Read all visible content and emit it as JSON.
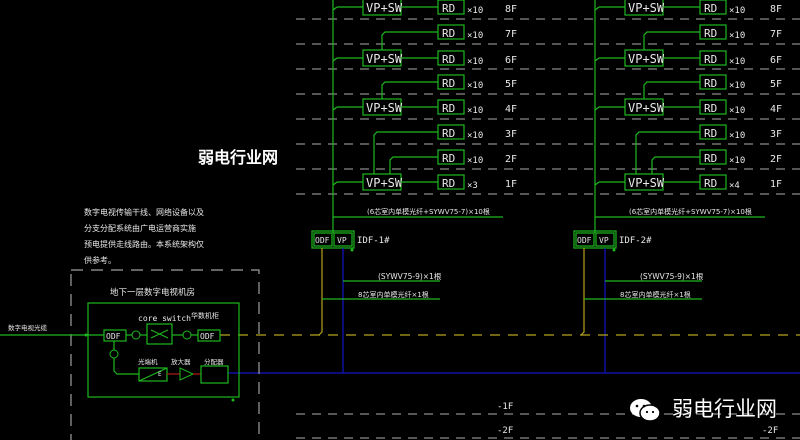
{
  "watermark": "弱电行业网",
  "footer_brand": "弱电行业网",
  "colors": {
    "green": "#1fb81f",
    "yellow": "#b5a21c",
    "blue": "#1414c8",
    "red": "#b01818",
    "dash": "#8a8a8a"
  },
  "note_lines": [
    "数字电视传输干线、网络设备以及",
    "分支分配系统由广电运营商实施",
    "预电提供走线路由。本系统架构仅",
    "供参考。"
  ],
  "machine_room": {
    "title": "地下一层数字电视机房",
    "input_cable": "数字电视光缆",
    "odf_in": "ODF",
    "odf_out": "ODF",
    "core_switch": "core switch",
    "cabinet": "华数机柜",
    "optical_terminal": "光端机",
    "optical_terminal_mark": "E",
    "amplifier": "放大器",
    "distributor": "分配器"
  },
  "vp_sw_label": "VP+SW",
  "rd_label": "RD",
  "idfs": [
    {
      "name": "IDF-1#",
      "odf": "ODF",
      "vp": "VP",
      "trunk_cable": "(6芯室内单模光纤+SYWV75-7)×10根",
      "coax": "(SYWV75-9)×1根",
      "fiber": "8芯室内单模光纤×1根",
      "floors": [
        {
          "f": "8F",
          "n": "×10"
        },
        {
          "f": "7F",
          "n": "×10"
        },
        {
          "f": "6F",
          "n": "×10"
        },
        {
          "f": "5F",
          "n": "×10"
        },
        {
          "f": "4F",
          "n": "×10"
        },
        {
          "f": "3F",
          "n": "×10"
        },
        {
          "f": "2F",
          "n": "×10"
        },
        {
          "f": "1F",
          "n": "×3"
        }
      ]
    },
    {
      "name": "IDF-2#",
      "odf": "ODF",
      "vp": "VP",
      "trunk_cable": "(6芯室内单模光纤+SYWV75-7)×10根",
      "coax": "(SYWV75-9)×1根",
      "fiber": "8芯室内单模光纤×1根",
      "floors": [
        {
          "f": "8F",
          "n": "×10"
        },
        {
          "f": "7F",
          "n": "×10"
        },
        {
          "f": "6F",
          "n": "×10"
        },
        {
          "f": "5F",
          "n": "×10"
        },
        {
          "f": "4F",
          "n": "×10"
        },
        {
          "f": "3F",
          "n": "×10"
        },
        {
          "f": "2F",
          "n": "×10"
        },
        {
          "f": "1F",
          "n": "×4"
        }
      ]
    }
  ],
  "basement_floors": [
    "-1F",
    "-2F"
  ],
  "right_basement_label": "-2F"
}
